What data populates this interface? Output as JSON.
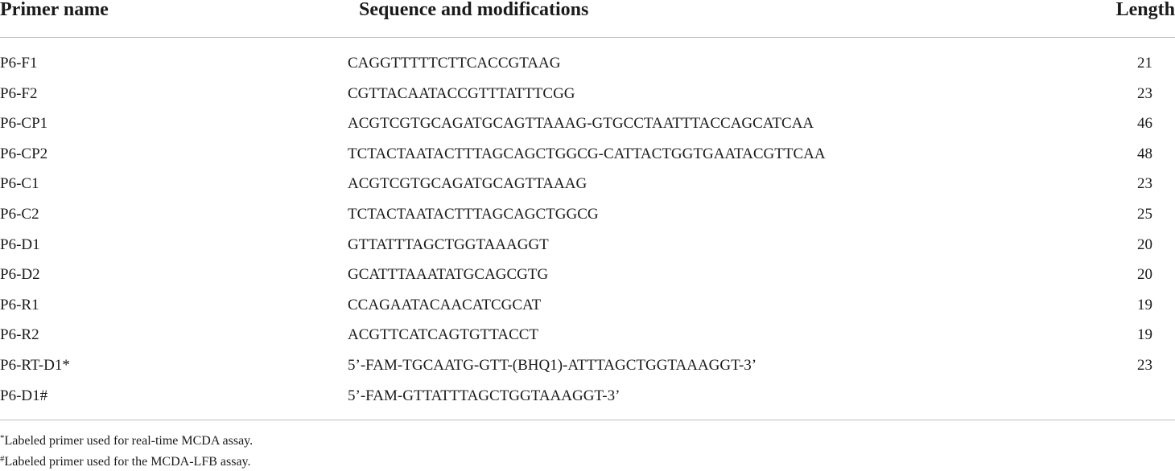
{
  "table": {
    "headers": {
      "name": "Primer name",
      "sequence": "Sequence and modifications",
      "length": "Length"
    },
    "rows": [
      {
        "name": "P6-F1",
        "sequence": "CAGGTTTTTCTTCACCGTAAG",
        "length": "21"
      },
      {
        "name": "P6-F2",
        "sequence": "CGTTACAATACCGTTTATTTCGG",
        "length": "23"
      },
      {
        "name": "P6-CP1",
        "sequence": "ACGTCGTGCAGATGCAGTTAAAG-GTGCCTAATTTACCAGCATCAA",
        "length": "46"
      },
      {
        "name": "P6-CP2",
        "sequence": "TCTACTAATACTTTAGCAGCTGGCG-CATTACTGGTGAATACGTTCAA",
        "length": "48"
      },
      {
        "name": "P6-C1",
        "sequence": "ACGTCGTGCAGATGCAGTTAAAG",
        "length": "23"
      },
      {
        "name": "P6-C2",
        "sequence": "TCTACTAATACTTTAGCAGCTGGCG",
        "length": "25"
      },
      {
        "name": "P6-D1",
        "sequence": "GTTATTTAGCTGGTAAAGGT",
        "length": "20"
      },
      {
        "name": "P6-D2",
        "sequence": "GCATTTAAATATGCAGCGTG",
        "length": "20"
      },
      {
        "name": "P6-R1",
        "sequence": "CCAGAATACAACATCGCAT",
        "length": "19"
      },
      {
        "name": "P6-R2",
        "sequence": "ACGTTCATCAGTGTTACCT",
        "length": "19"
      },
      {
        "name": "P6-RT-D1*",
        "sequence": "5’-FAM-TGCAATG-GTT-(BHQ1)-ATTTAGCTGGTAAAGGT-3’",
        "length": "23"
      },
      {
        "name": "P6-D1#",
        "sequence": "5’-FAM-GTTATTTAGCTGGTAAAGGT-3’",
        "length": ""
      }
    ]
  },
  "footnotes": [
    {
      "mark": "*",
      "text": "Labeled primer used for real-time MCDA assay."
    },
    {
      "mark": "#",
      "text": "Labeled primer used for the MCDA-LFB assay."
    }
  ]
}
